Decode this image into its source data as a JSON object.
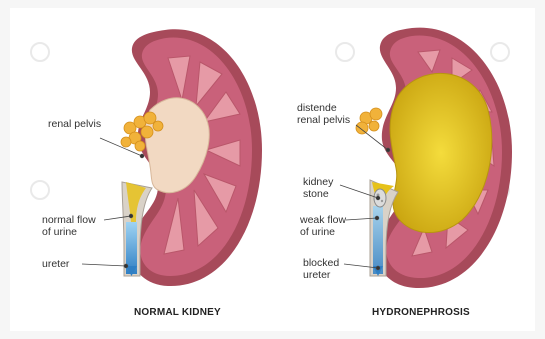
{
  "left": {
    "title": "NORMAL KIDNEY",
    "labels": {
      "pelvis": "renal pelvis",
      "flow": "normal flow\nof urine",
      "ureter": "ureter"
    }
  },
  "right": {
    "title": "HYDRONEPHROSIS",
    "labels": {
      "pelvis": "distende\nrenal pelvis",
      "stone": "kidney\nstone",
      "flow": "weak flow\nof urine",
      "ureter": "blocked\nureter"
    }
  },
  "colors": {
    "cortex": "#c9617a",
    "capsule": "#a74a5a",
    "medulla": "#e69aa6",
    "pelvis_normal": "#f2d9c2",
    "urine": "#e6c21a",
    "fat": "#f1b23a",
    "ureter": "#3b8fd0"
  }
}
